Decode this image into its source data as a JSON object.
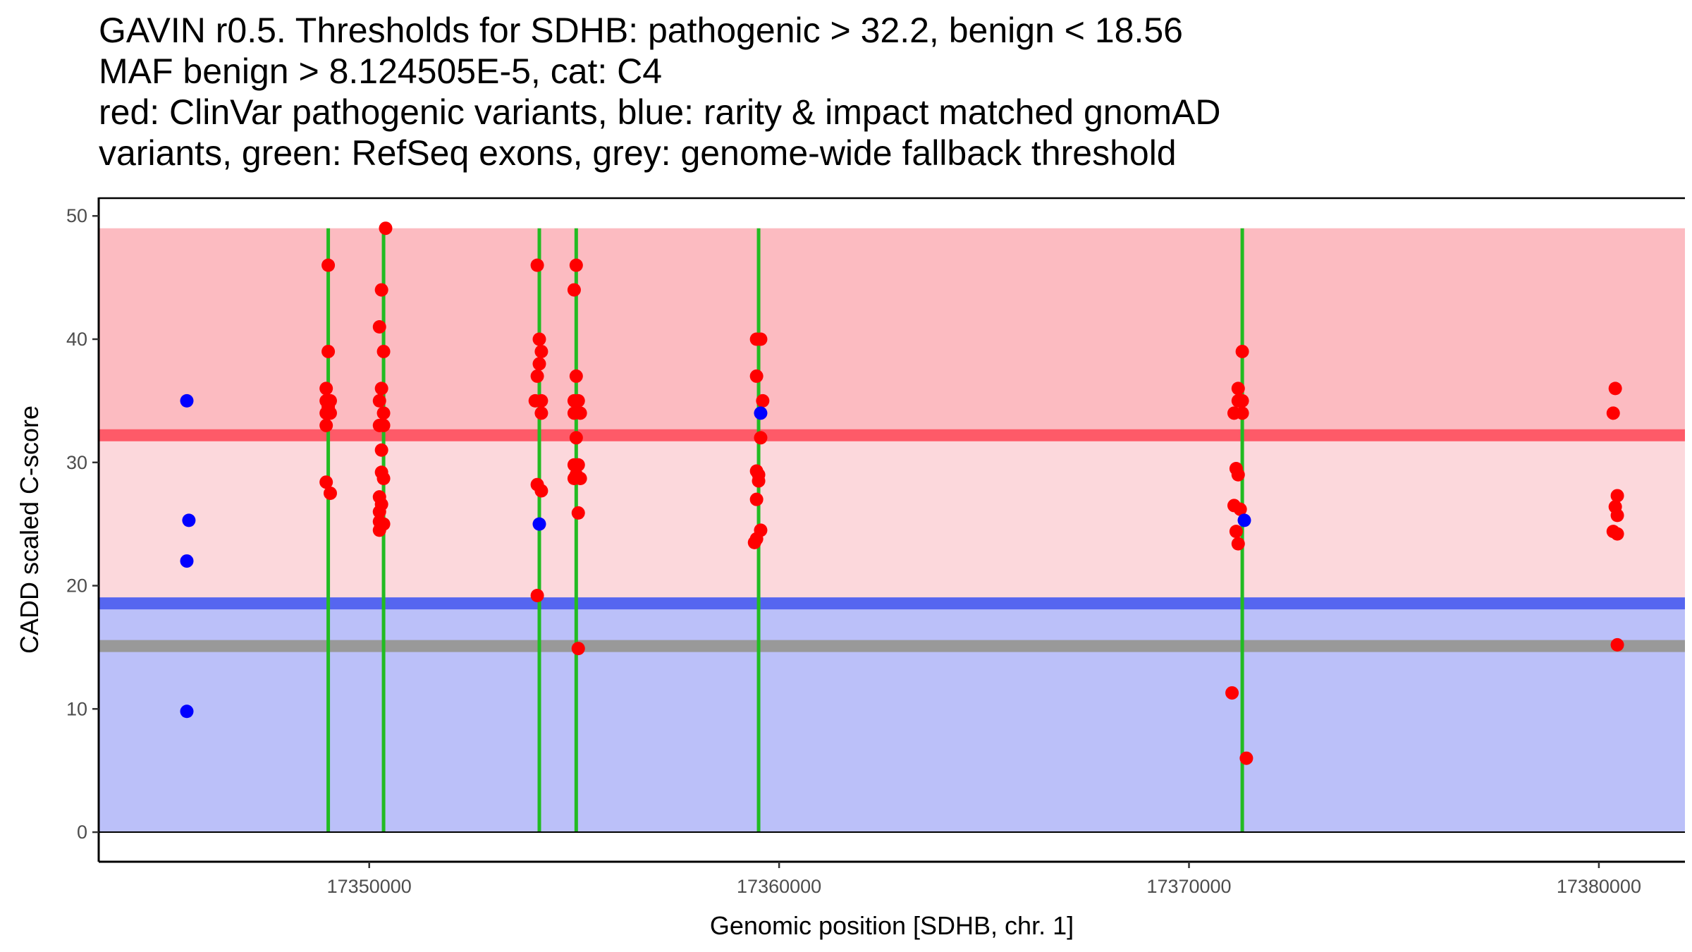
{
  "title_lines": [
    "GAVIN r0.5. Thresholds for SDHB: pathogenic > 32.2, benign < 18.56",
    "MAF benign > 8.124505E-5, cat: C4",
    "red: ClinVar pathogenic variants, blue: rarity & impact matched gnomAD",
    "variants, green: RefSeq exons, grey: genome-wide fallback threshold"
  ],
  "chart_data": {
    "type": "scatter",
    "xlabel": "Genomic position [SDHB, chr. 1]",
    "ylabel": "CADD scaled C-score",
    "xlim": [
      17343400,
      17382100
    ],
    "ylim": [
      -2.4,
      51.5
    ],
    "x_ticks": [
      17350000,
      17360000,
      17370000,
      17380000
    ],
    "x_tick_labels": [
      "17350000",
      "17360000",
      "17370000",
      "17380000"
    ],
    "y_ticks": [
      0,
      10,
      20,
      30,
      40,
      50
    ],
    "y_tick_labels": [
      "0",
      "10",
      "20",
      "30",
      "40",
      "50"
    ],
    "grid": false,
    "regions": [
      {
        "name": "pathogenic",
        "from": 32.2,
        "to": 49,
        "color": "#fcbbc1"
      },
      {
        "name": "vus",
        "from": 18.56,
        "to": 32.2,
        "color": "#fcd8dc"
      },
      {
        "name": "benign",
        "from": 0,
        "to": 18.56,
        "color": "#bbc0f9"
      }
    ],
    "threshold_lines": [
      {
        "name": "pathogenic-threshold",
        "y": 32.2,
        "color": "#fe5a68"
      },
      {
        "name": "benign-threshold",
        "y": 18.56,
        "color": "#5666f0"
      },
      {
        "name": "fallback-threshold",
        "y": 15.1,
        "color": "#999999"
      }
    ],
    "exons": {
      "color": "#22bb22",
      "y_range": [
        0,
        49
      ],
      "x": [
        17349000,
        17350350,
        17354150,
        17355050,
        17359500,
        17371300
      ]
    },
    "series": [
      {
        "color": "#ff0000",
        "points": [
          [
            17349000,
            46
          ],
          [
            17349000,
            39
          ],
          [
            17348950,
            36
          ],
          [
            17349050,
            35
          ],
          [
            17348950,
            35
          ],
          [
            17349000,
            34.5
          ],
          [
            17349050,
            34
          ],
          [
            17348950,
            34
          ],
          [
            17348950,
            33
          ],
          [
            17348950,
            28.4
          ],
          [
            17349050,
            27.5
          ],
          [
            17350400,
            49
          ],
          [
            17350300,
            44
          ],
          [
            17350250,
            41
          ],
          [
            17350350,
            39
          ],
          [
            17350300,
            36
          ],
          [
            17350250,
            35
          ],
          [
            17350350,
            34
          ],
          [
            17350350,
            33
          ],
          [
            17350250,
            33
          ],
          [
            17350300,
            31
          ],
          [
            17350300,
            29.2
          ],
          [
            17350350,
            28.7
          ],
          [
            17350250,
            27.2
          ],
          [
            17350300,
            26.6
          ],
          [
            17350250,
            26
          ],
          [
            17350350,
            25
          ],
          [
            17350250,
            25.2
          ],
          [
            17350250,
            24.5
          ],
          [
            17354100,
            46
          ],
          [
            17354150,
            40
          ],
          [
            17354200,
            39
          ],
          [
            17354150,
            38
          ],
          [
            17354100,
            37
          ],
          [
            17354050,
            35
          ],
          [
            17354200,
            35
          ],
          [
            17354200,
            34
          ],
          [
            17354100,
            28.2
          ],
          [
            17354200,
            27.7
          ],
          [
            17354100,
            19.2
          ],
          [
            17355050,
            46
          ],
          [
            17355000,
            44
          ],
          [
            17355050,
            37
          ],
          [
            17355000,
            35
          ],
          [
            17355100,
            35
          ],
          [
            17355000,
            34
          ],
          [
            17355150,
            34
          ],
          [
            17355050,
            32
          ],
          [
            17355000,
            29.8
          ],
          [
            17355100,
            29.8
          ],
          [
            17355050,
            29
          ],
          [
            17355000,
            28.7
          ],
          [
            17355150,
            28.7
          ],
          [
            17355100,
            25.9
          ],
          [
            17355100,
            14.9
          ],
          [
            17359450,
            40
          ],
          [
            17359550,
            40
          ],
          [
            17359450,
            37
          ],
          [
            17359600,
            35
          ],
          [
            17359550,
            32
          ],
          [
            17359450,
            29.3
          ],
          [
            17359500,
            29
          ],
          [
            17359500,
            28.5
          ],
          [
            17359450,
            27
          ],
          [
            17359550,
            24.5
          ],
          [
            17359450,
            23.8
          ],
          [
            17359400,
            23.5
          ],
          [
            17371300,
            39
          ],
          [
            17371200,
            36
          ],
          [
            17371300,
            35
          ],
          [
            17371200,
            35
          ],
          [
            17371300,
            34
          ],
          [
            17371100,
            34
          ],
          [
            17371150,
            29.5
          ],
          [
            17371200,
            29
          ],
          [
            17371100,
            26.5
          ],
          [
            17371250,
            26.2
          ],
          [
            17371150,
            24.4
          ],
          [
            17371200,
            23.4
          ],
          [
            17371050,
            11.3
          ],
          [
            17371400,
            6
          ],
          [
            17380400,
            36
          ],
          [
            17380350,
            34
          ],
          [
            17380450,
            27.3
          ],
          [
            17380400,
            26.4
          ],
          [
            17380450,
            25.7
          ],
          [
            17380350,
            24.4
          ],
          [
            17380450,
            24.2
          ],
          [
            17380450,
            15.2
          ]
        ]
      },
      {
        "color": "#0000ff",
        "points": [
          [
            17345550,
            35
          ],
          [
            17345600,
            25.3
          ],
          [
            17345550,
            22
          ],
          [
            17345550,
            9.8
          ],
          [
            17359550,
            34
          ],
          [
            17354150,
            25
          ],
          [
            17371350,
            25.3
          ]
        ]
      }
    ]
  }
}
